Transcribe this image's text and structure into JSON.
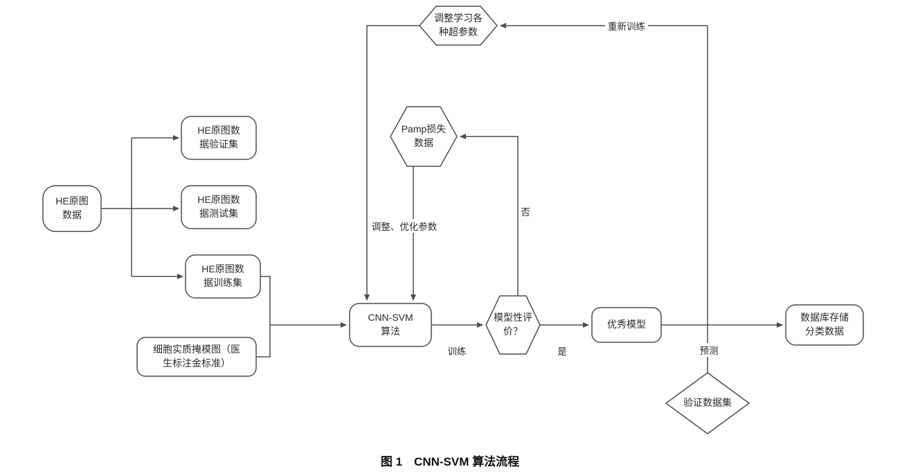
{
  "figure": {
    "caption": "图 1　CNN-SVM 算法流程",
    "nodes": {
      "he_source": "HE原图\n数据",
      "he_validation": "HE原图数\n据验证集",
      "he_test": "HE原图数\n据测试集",
      "he_training": "HE原图数\n据训练集",
      "mask": "细胞实质掩模图（医\n生标注金标准）",
      "cnn_svm": "CNN-SVM\n算法",
      "pamp_loss": "Pamp损失\n数据",
      "model_eval": "模型性评\n价？",
      "tune_hyperparams": "调整学习各\n种超参数",
      "good_model": "优秀模型",
      "db_store": "数据库存储\n分类数据",
      "validation_dataset": "验证数据集"
    },
    "edge_labels": {
      "tune_optimize": "调整、优化参数",
      "no": "否",
      "train": "训练",
      "yes": "是",
      "retrain": "重新训练",
      "predict": "预测"
    },
    "colors": {
      "line": "#4d4d4d",
      "text": "#2a2a2a",
      "background": "#ffffff"
    }
  }
}
